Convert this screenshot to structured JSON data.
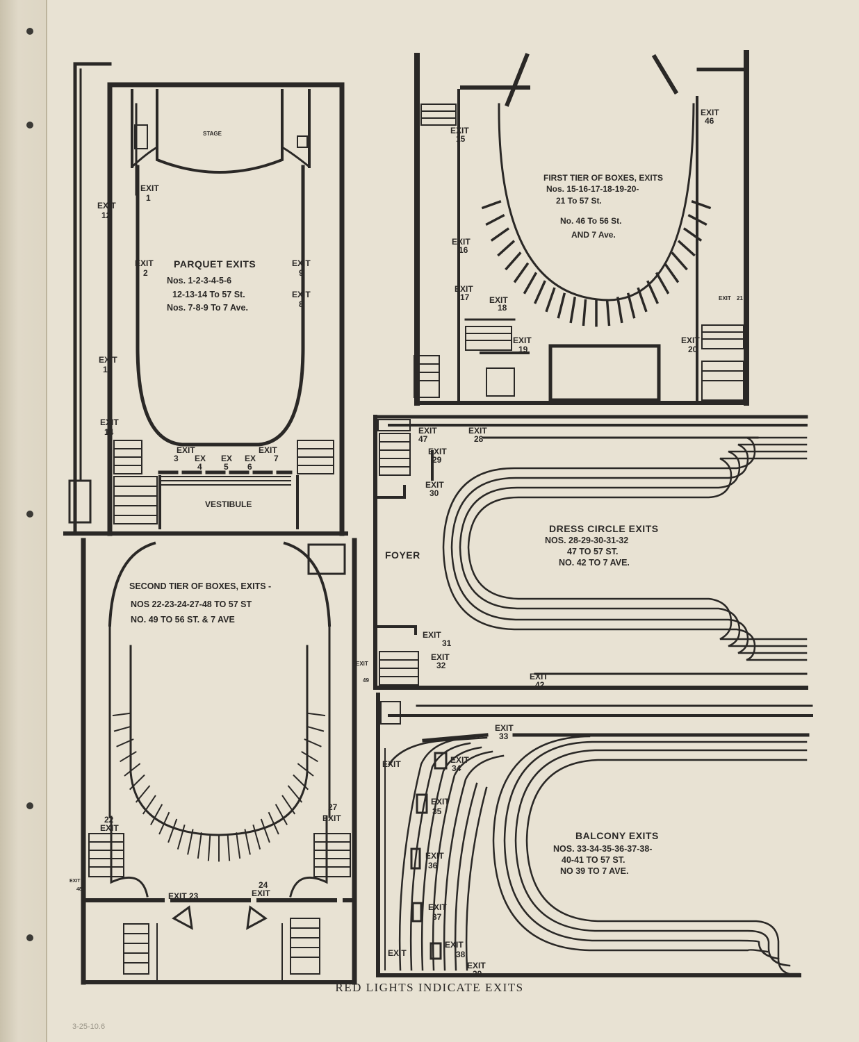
{
  "footer": "RED LIGHTS INDICATE EXITS",
  "pencil_note": "3-25-10.6",
  "parquet": {
    "stage": "STAGE",
    "title": "PARQUET EXITS",
    "line1": "Nos. 1-2-3-4-5-6",
    "line2": "12-13-14 To 57 St.",
    "line3": "Nos. 7-8-9 To 7 Ave.",
    "vestibule": "VESTIBULE",
    "exits": [
      {
        "t": "EXIT",
        "n": "1"
      },
      {
        "t": "EXIT",
        "n": "2"
      },
      {
        "t": "EXIT",
        "n": "12"
      },
      {
        "t": "EXIT",
        "n": "13"
      },
      {
        "t": "EXIT",
        "n": "14"
      },
      {
        "t": "EXIT",
        "n": "9"
      },
      {
        "t": "EXIT",
        "n": "8"
      },
      {
        "t": "EXIT",
        "n": "3"
      },
      {
        "t": "EX",
        "n": "4"
      },
      {
        "t": "EX",
        "n": "5"
      },
      {
        "t": "EX",
        "n": "6"
      },
      {
        "t": "EXIT",
        "n": "7"
      }
    ]
  },
  "first_tier": {
    "title": "FIRST TIER OF BOXES, EXITS",
    "line1": "Nos. 15-16-17-18-19-20-",
    "line2": "21 To 57 St.",
    "line3": "No. 46 To 56 St.",
    "line4": "AND 7 Ave.",
    "exits": [
      {
        "t": "EXIT",
        "n": "15"
      },
      {
        "t": "EXIT",
        "n": "16"
      },
      {
        "t": "EXIT",
        "n": "17"
      },
      {
        "t": "EXIT",
        "n": "18"
      },
      {
        "t": "EXIT",
        "n": "19"
      },
      {
        "t": "EXIT",
        "n": "20"
      },
      {
        "t": "EXIT",
        "n": "46"
      },
      {
        "t": "EXIT",
        "n": "21"
      }
    ]
  },
  "second_tier": {
    "title": "SECOND TIER OF BOXES, EXITS -",
    "line1": "NOS 22-23-24-27-48 TO 57 ST",
    "line2": "NO. 49 TO 56 ST. & 7 AVE",
    "exits": [
      {
        "t": "EXIT",
        "n": "22"
      },
      {
        "t": "EXIT",
        "n": "23"
      },
      {
        "t": "EXIT",
        "n": "24"
      },
      {
        "t": "EXIT",
        "n": "27"
      },
      {
        "t": "EXIT",
        "n": "48"
      },
      {
        "t": "EXIT",
        "n": "49"
      }
    ]
  },
  "dress_circle": {
    "foyer": "FOYER",
    "title": "DRESS CIRCLE EXITS",
    "line1": "NOS. 28-29-30-31-32",
    "line2": "47 TO 57 ST.",
    "line3": "NO. 42 TO 7 AVE.",
    "exits": [
      {
        "t": "EXIT",
        "n": "47"
      },
      {
        "t": "EXIT",
        "n": "28"
      },
      {
        "t": "EXIT",
        "n": "29"
      },
      {
        "t": "EXIT",
        "n": "30"
      },
      {
        "t": "EXIT",
        "n": "31"
      },
      {
        "t": "EXIT",
        "n": "32"
      },
      {
        "t": "EXIT",
        "n": "42"
      }
    ]
  },
  "balcony": {
    "title": "BALCONY EXITS",
    "line1": "NOS. 33-34-35-36-37-38-",
    "line2": "40-41 TO 57 ST.",
    "line3": "NO 39 TO 7 AVE.",
    "exits": [
      {
        "t": "EXIT",
        "n": "33"
      },
      {
        "t": "EXIT",
        "n": "34"
      },
      {
        "t": "EXIT",
        "n": "35"
      },
      {
        "t": "EXIT",
        "n": "36"
      },
      {
        "t": "EXIT",
        "n": "37"
      },
      {
        "t": "EXIT",
        "n": "38"
      },
      {
        "t": "EXIT",
        "n": "39"
      },
      {
        "t": "EXIT",
        "n": ""
      },
      {
        "t": "EXIT",
        "n": ""
      }
    ]
  }
}
